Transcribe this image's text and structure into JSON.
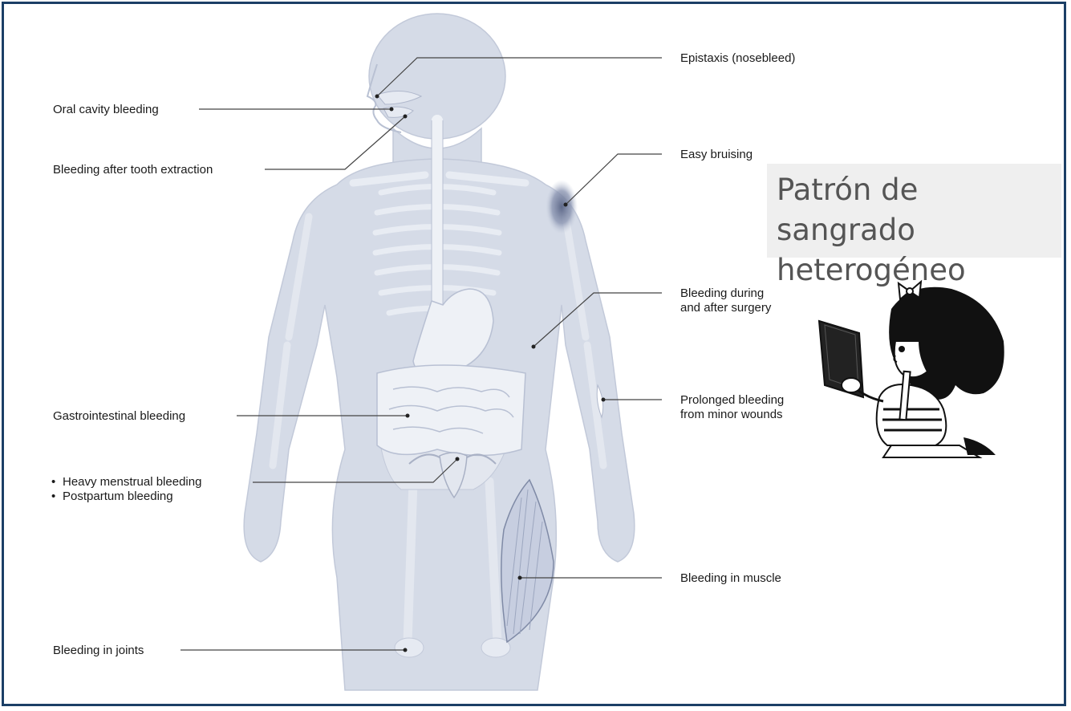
{
  "labels": {
    "epistaxis": "Epistaxis (nosebleed)",
    "oral_cavity": "Oral cavity bleeding",
    "tooth_extraction": "Bleeding after tooth extraction",
    "easy_bruising": "Easy bruising",
    "surgery_line1": "Bleeding during",
    "surgery_line2": "and after surgery",
    "minor_wounds_line1": "Prolonged bleeding",
    "minor_wounds_line2": "from minor wounds",
    "gastrointestinal": "Gastrointestinal bleeding",
    "menstrual": "Heavy menstrual bleeding",
    "postpartum": "Postpartum bleeding",
    "muscle": "Bleeding in muscle",
    "joints": "Bleeding in joints"
  },
  "callout": {
    "line1": "Patrón de sangrado",
    "line2": "heterogéneo"
  },
  "colors": {
    "frame": "#1c3f66",
    "body_silhouette": "#d5dbe7",
    "bone": "#e6eaf2",
    "bruise": "#7f8aa6",
    "callout_bg": "#efefef"
  }
}
